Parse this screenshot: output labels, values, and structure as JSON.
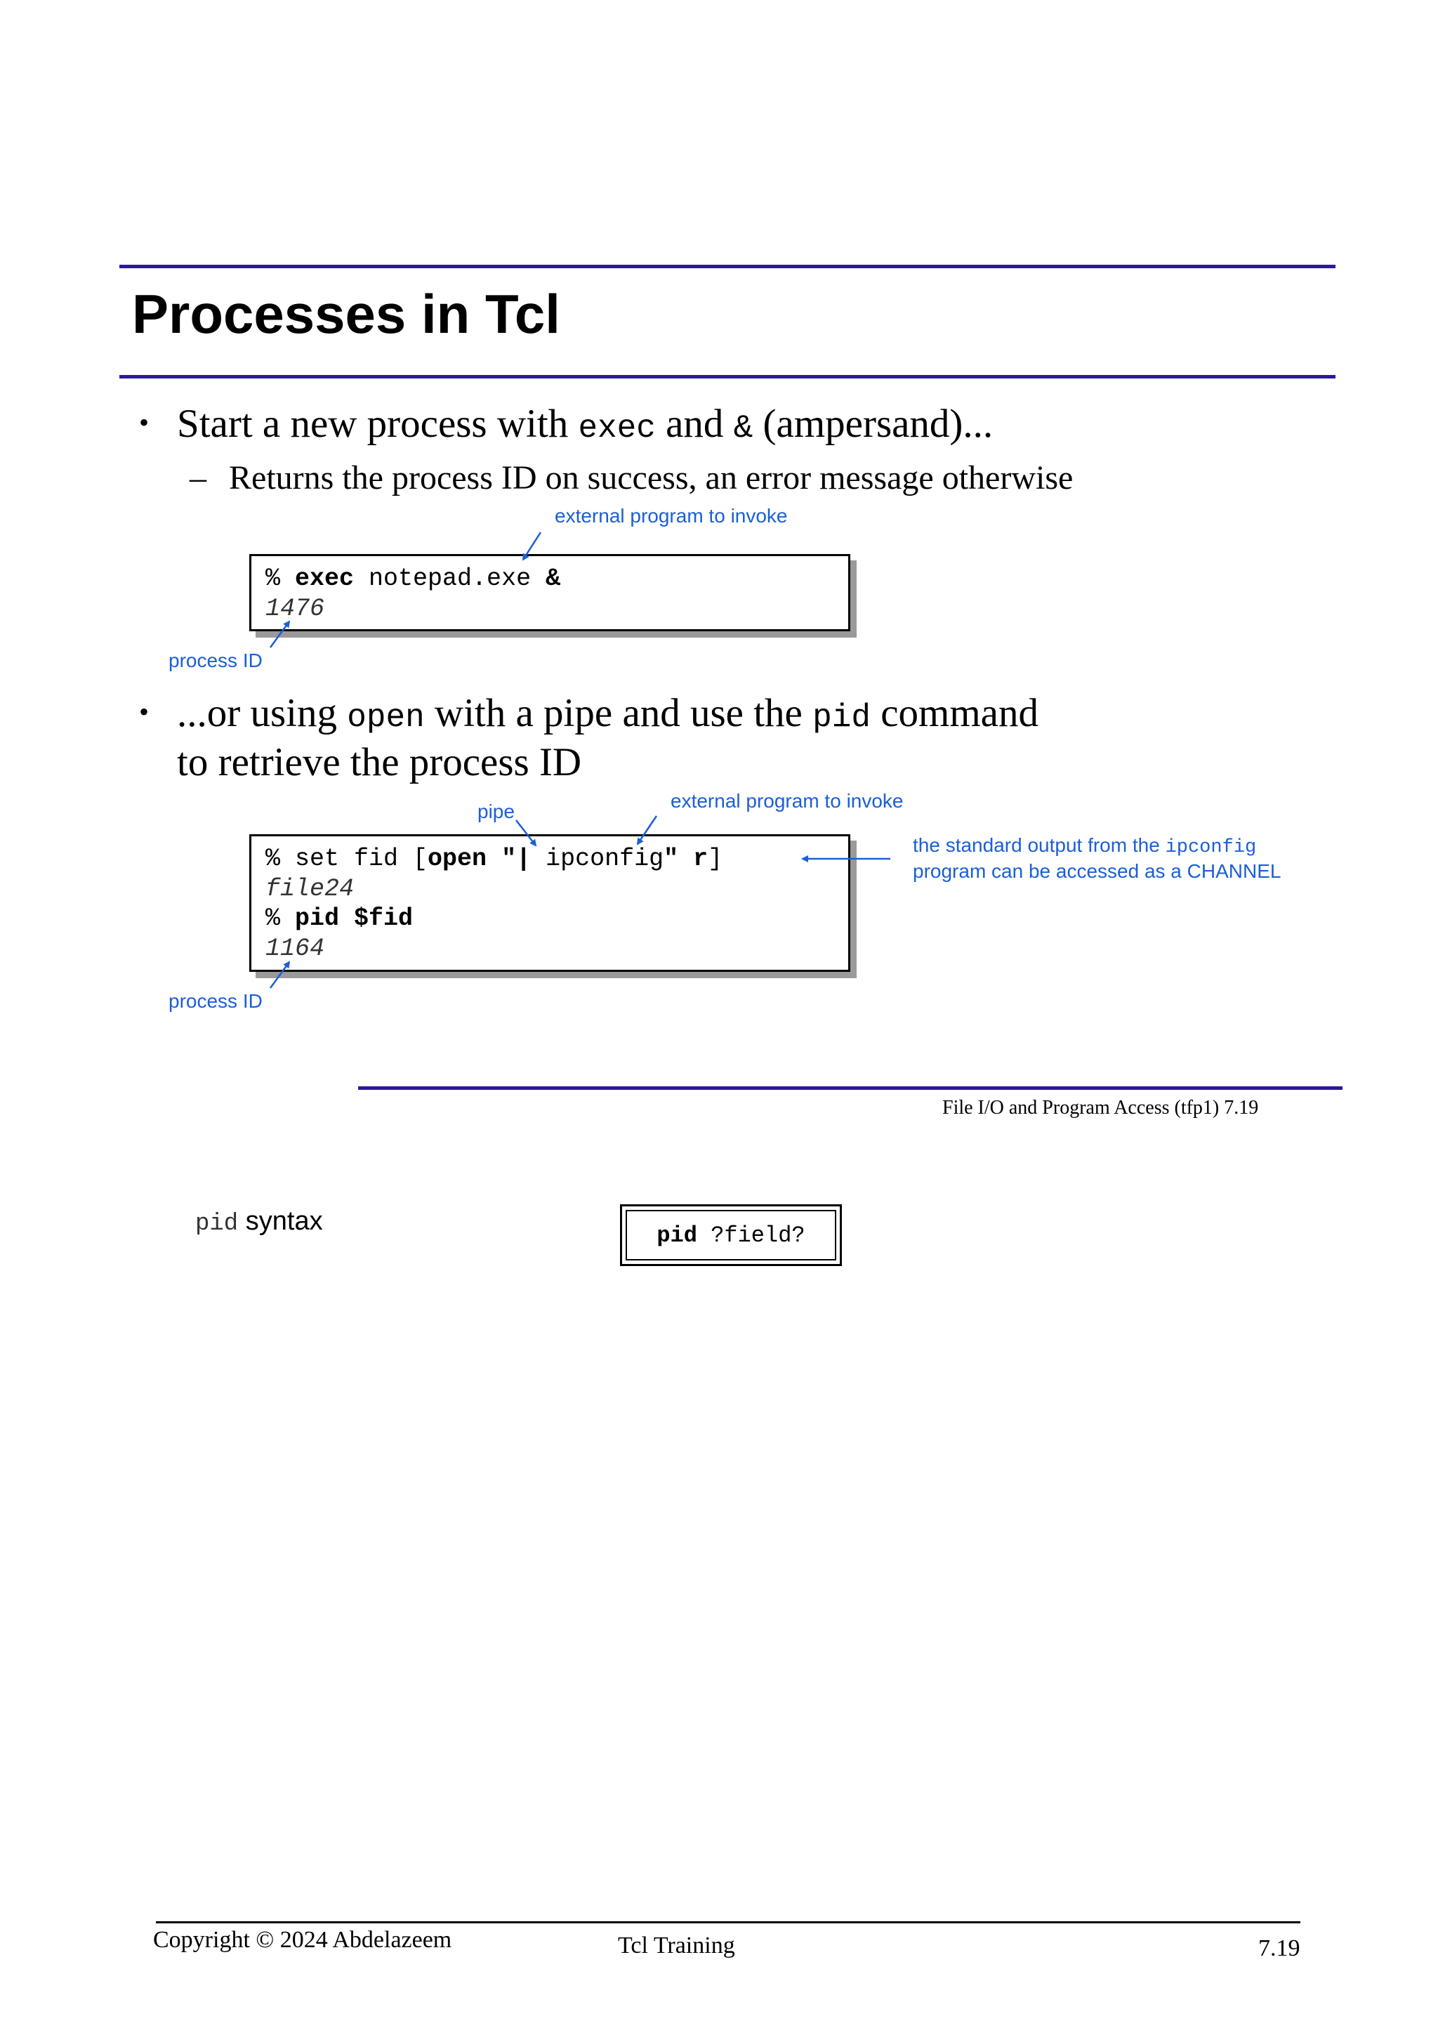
{
  "slide": {
    "title": "Processes in Tcl",
    "bullet1": {
      "part1": "Start a new process with ",
      "code1": "exec",
      "part2": " and ",
      "code2": "&",
      "part3": " (ampersand)..."
    },
    "sub1": "Returns the process ID on success, an error message otherwise",
    "box1": {
      "prompt": "% ",
      "cmd": "exec",
      "args": " notepad.exe ",
      "amp": "&",
      "output": "1476"
    },
    "box1_annot_program": "external program to invoke",
    "box1_annot_pid": "process ID",
    "bullet2": {
      "part1": "...or using ",
      "code1": "open",
      "part2": " with a pipe and use the ",
      "code2": "pid",
      "part3": " command",
      "line2": "to retrieve the process ID"
    },
    "box2": {
      "l1_prompt": "% set fid [",
      "l1_open": "open",
      "l1_q1": " \"|",
      "l1_mid": " ipconfig",
      "l1_q2": "\"",
      "l1_r": " r",
      "l1_end": "]",
      "l2": "file24",
      "l3_prompt": "% ",
      "l3_cmd": "pid $fid",
      "l4": "1164"
    },
    "box2_annot_pipe": "pipe",
    "box2_annot_program": "external program to invoke",
    "box2_annot_std_part1": "the standard output from the ",
    "box2_annot_std_code": "ipconfig",
    "box2_annot_std_line2": "program can be accessed as a CHANNEL",
    "box2_annot_pid": "process ID",
    "slide_footer": "File I/O and Program Access (tfp1)  7.19"
  },
  "notes": {
    "syntax_code": "pid",
    "syntax_label": " syntax",
    "syntax_box_cmd": "pid",
    "syntax_box_arg": " ?field?"
  },
  "page_footer": {
    "copyright": "Copyright © 2024 Abdelazeem",
    "course": "Tcl Training",
    "page": "7.19"
  },
  "colors": {
    "rule": "#2a1a9c",
    "annotation": "#1a5fd6",
    "shadow": "#9a9a9a"
  }
}
